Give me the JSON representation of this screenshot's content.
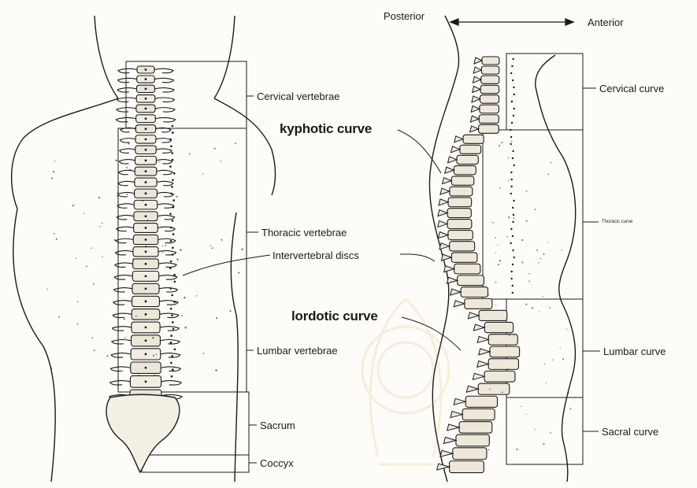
{
  "orientation": {
    "posterior": "Posterior",
    "anterior": "Anterior"
  },
  "front_view": {
    "cervical": "Cervical vertebrae",
    "thoracic": "Thoracic vertebrae",
    "discs": "Intervertebral discs",
    "lumbar": "Lumbar vertebrae",
    "sacrum": "Sacrum",
    "coccyx": "Coccyx"
  },
  "side_view": {
    "kyphotic": "kyphotic curve",
    "lordotic": "lordotic curve",
    "cervical_curve": "Cervical curve",
    "thoracic_curve": "Thoracic curve",
    "lumbar_curve": "Lumbar curve",
    "sacral_curve": "Sacral curve"
  },
  "colors": {
    "ink": "#1a1a1a",
    "paper": "#fdfcf8",
    "watermark": "#d9a441"
  }
}
